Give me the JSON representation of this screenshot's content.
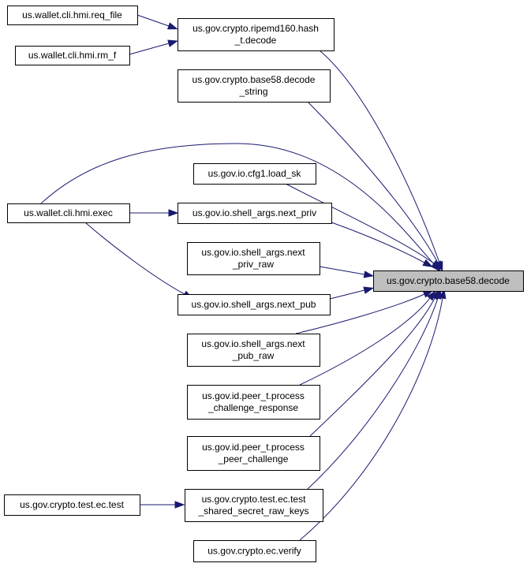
{
  "graph": {
    "colors": {
      "edge": "#191970",
      "target_fill": "#bfbfbf",
      "node_fill": "#ffffff",
      "node_border": "#000000"
    },
    "nodes": {
      "req_file": [
        "us.wallet.cli.hmi.req_file"
      ],
      "rm_f": [
        "us.wallet.cli.hmi.rm_f"
      ],
      "exec": [
        "us.wallet.cli.hmi.exec"
      ],
      "ec_test": [
        "us.gov.crypto.test.ec.test"
      ],
      "ripemd_decode": [
        "us.gov.crypto.ripemd160.hash",
        "_t.decode"
      ],
      "decode_string": [
        "us.gov.crypto.base58.decode",
        "_string"
      ],
      "load_sk": [
        "us.gov.io.cfg1.load_sk"
      ],
      "next_priv": [
        "us.gov.io.shell_args.next_priv"
      ],
      "next_priv_raw": [
        "us.gov.io.shell_args.next",
        "_priv_raw"
      ],
      "next_pub": [
        "us.gov.io.shell_args.next_pub"
      ],
      "next_pub_raw": [
        "us.gov.io.shell_args.next",
        "_pub_raw"
      ],
      "proc_chal_resp": [
        "us.gov.id.peer_t.process",
        "_challenge_response"
      ],
      "proc_peer_chal": [
        "us.gov.id.peer_t.process",
        "_peer_challenge"
      ],
      "test_shared": [
        "us.gov.crypto.test.ec.test",
        "_shared_secret_raw_keys"
      ],
      "ec_verify": [
        "us.gov.crypto.ec.verify"
      ],
      "base58_decode": [
        "us.gov.crypto.base58.decode"
      ]
    },
    "edges": [
      {
        "from": "req_file",
        "to": "ripemd_decode"
      },
      {
        "from": "rm_f",
        "to": "ripemd_decode"
      },
      {
        "from": "exec",
        "to": "next_priv"
      },
      {
        "from": "exec",
        "to": "next_pub"
      },
      {
        "from": "exec",
        "to": "base58_decode"
      },
      {
        "from": "ec_test",
        "to": "test_shared"
      },
      {
        "from": "ripemd_decode",
        "to": "base58_decode"
      },
      {
        "from": "decode_string",
        "to": "base58_decode"
      },
      {
        "from": "load_sk",
        "to": "base58_decode"
      },
      {
        "from": "next_priv",
        "to": "base58_decode"
      },
      {
        "from": "next_priv_raw",
        "to": "base58_decode"
      },
      {
        "from": "next_pub",
        "to": "base58_decode"
      },
      {
        "from": "next_pub_raw",
        "to": "base58_decode"
      },
      {
        "from": "proc_chal_resp",
        "to": "base58_decode"
      },
      {
        "from": "proc_peer_chal",
        "to": "base58_decode"
      },
      {
        "from": "test_shared",
        "to": "base58_decode"
      },
      {
        "from": "ec_verify",
        "to": "base58_decode"
      }
    ]
  }
}
